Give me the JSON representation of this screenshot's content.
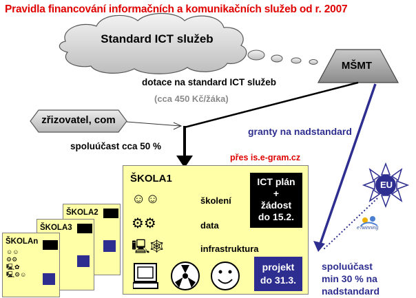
{
  "title": "Pravidla financování informačních a komunikačních služeb od r. 2007",
  "cloud": {
    "label": "Standard ICT služeb"
  },
  "msmt": {
    "label": "MŠMT"
  },
  "zrizovatel": {
    "label": "zřizovatel, com"
  },
  "labels": {
    "dotace": "dotace na standard ICT služeb",
    "cca": "(cca 450 Kč/žáka)",
    "spoluucast50": "spoluúčast cca 50 %",
    "granty": "granty na nadstandard",
    "pres": "přes is.e-gram.cz",
    "spoluucast30_line1": "spoluúčast",
    "spoluucast30_line2": "min 30 % na",
    "spoluucast30_line3": "nadstandard"
  },
  "eu": {
    "label": "EU"
  },
  "etwinning": {
    "label": "eTwinning"
  },
  "school1": {
    "title": "ŠKOLA1",
    "rows": [
      {
        "label": "školení",
        "icon": "☺☺"
      },
      {
        "label": "data",
        "icon": "⚙⚙"
      },
      {
        "label": "infrastruktura",
        "icon": "🖳🕸"
      }
    ],
    "ict_box": [
      "ICT plán",
      "+",
      "žádost",
      "do 15.2."
    ],
    "projekt_box": [
      "projekt",
      "do 31.3."
    ]
  },
  "school2": {
    "title": "ŠKOLA2"
  },
  "school3": {
    "title": "ŠKOLA3"
  },
  "schooln": {
    "title": "ŠKOLAn"
  },
  "colors": {
    "title": "#e00000",
    "school_fill": "#ffffa8",
    "navy": "#2e2e90",
    "cloud": "#d9d9d9",
    "trapezoid": "#a0a0a0"
  }
}
